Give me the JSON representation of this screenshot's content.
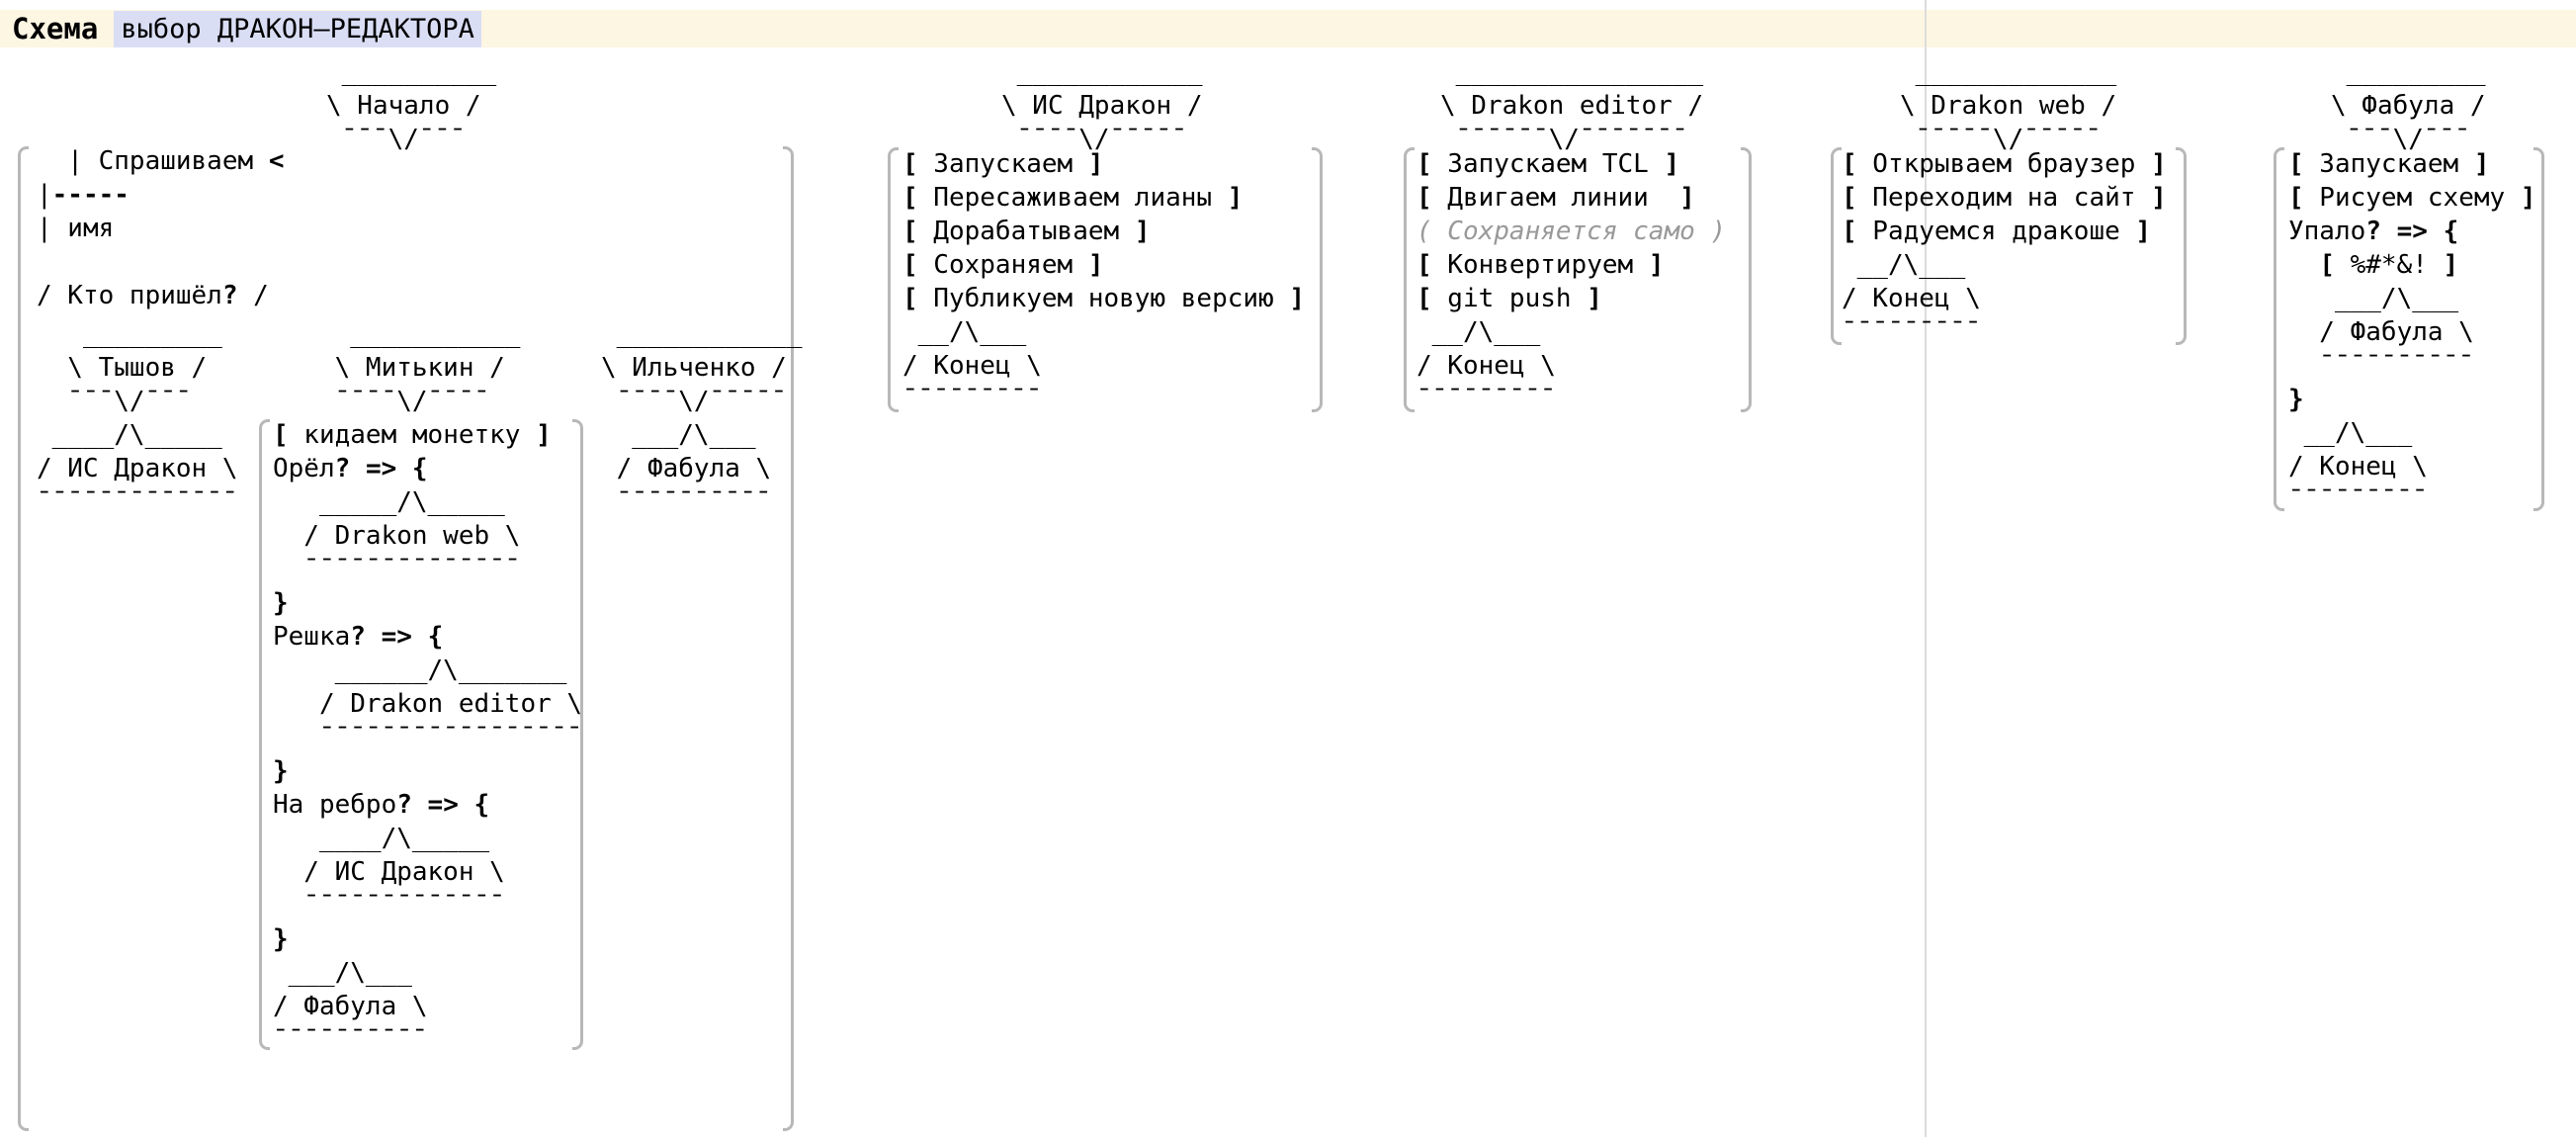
{
  "title_bar": {
    "label": "Схема",
    "diagram_name": "выбор ДРАКОН—РЕДАКТОРА"
  },
  "colors": {
    "title_bar_bg": "#fdf6e3",
    "title_highlight_bg": "#dadef5",
    "text": "#000000",
    "comment_text": "#999999",
    "bracket": "#b8b8b8",
    "divider": "#dcdcdc"
  },
  "ascii": {
    "start": {
      "name": "Начало",
      "lines": [
        " __________",
        "\\ Начало /",
        " ¯¯¯\\/¯¯¯"
      ]
    },
    "ask": {
      "name": "Спрашиваем имя",
      "lines": [
        "  | Спрашиваем <",
        "|-----",
        "| имя",
        "",
        "/ Кто пришёл? /"
      ]
    },
    "tyshov": {
      "name": "Тышов",
      "lines": [
        "   _________",
        "  \\ Тышов /",
        "  ¯¯¯\\/¯¯¯",
        " ____/\\_____",
        "/ ИС Дракон \\",
        "¯¯¯¯¯¯¯¯¯¯¯¯¯"
      ]
    },
    "mitkin": {
      "name": "Митькин",
      "lines": [
        "     ___________",
        "    \\ Митькин /",
        "    ¯¯¯¯\\/¯¯¯¯",
        "[ кидаем монетку ]",
        "Орёл? => {",
        "   _____/\\_____",
        "  / Drakon web \\",
        "  ¯¯¯¯¯¯¯¯¯¯¯¯¯¯",
        "}",
        "Решка? => {",
        "    ______/\\_______",
        "   / Drakon editor \\",
        "   ¯¯¯¯¯¯¯¯¯¯¯¯¯¯¯¯¯",
        "}",
        "На ребро? => {",
        "   ____/\\_____",
        "  / ИС Дракон \\",
        "  ¯¯¯¯¯¯¯¯¯¯¯¯¯",
        "}",
        " ___/\\___",
        "/ Фабула \\",
        "¯¯¯¯¯¯¯¯¯¯"
      ]
    },
    "ilchenko": {
      "name": "Ильченко",
      "lines": [
        " ____________",
        "\\ Ильченко /",
        " ¯¯¯¯\\/¯¯¯¯¯",
        "  ___/\\___",
        " / Фабула \\",
        " ¯¯¯¯¯¯¯¯¯¯"
      ]
    },
    "isdrakon_header": {
      "name": "ИС Дракон",
      "lines": [
        " ____________",
        "\\ ИС Дракон /",
        " ¯¯¯¯\\/¯¯¯¯¯"
      ]
    },
    "isdrakon_body": {
      "lines": [
        "[ Запускаем ]",
        "[ Пересаживаем лианы ]",
        "[ Дорабатываем ]",
        "[ Сохраняем ]",
        "[ Публикуем новую версию ]",
        " __/\\___",
        "/ Конец \\",
        "¯¯¯¯¯¯¯¯¯"
      ]
    },
    "editor_header": {
      "name": "Drakon editor",
      "lines": [
        " ________________",
        "\\ Drakon editor /",
        " ¯¯¯¯¯¯\\/¯¯¯¯¯¯¯"
      ]
    },
    "editor_body": {
      "lines": [
        "[ Запускаем TCL ]",
        "[ Двигаем линии  ]",
        "( Сохраняется само )",
        "[ Конвертируем ]",
        "[ git push ]",
        " __/\\___",
        "/ Конец \\",
        "¯¯¯¯¯¯¯¯¯"
      ]
    },
    "web_header": {
      "name": "Drakon web",
      "lines": [
        " _____________",
        "\\ Drakon web /",
        " ¯¯¯¯¯\\/¯¯¯¯¯"
      ]
    },
    "web_body": {
      "lines": [
        "[ Открываем браузер ]",
        "[ Переходим на сайт ]",
        "[ Радуемся дракоше ]",
        " __/\\___",
        "/ Конец \\",
        "¯¯¯¯¯¯¯¯¯"
      ]
    },
    "fabula_header": {
      "name": "Фабула",
      "lines": [
        " _________",
        "\\ Фабула /",
        " ¯¯¯\\/¯¯¯"
      ]
    },
    "fabula_body": {
      "lines": [
        "[ Запускаем ]",
        "[ Рисуем схему ]",
        "Упало? => {",
        "  [ %#*&! ]",
        "   ___/\\___",
        "  / Фабула \\",
        "  ¯¯¯¯¯¯¯¯¯¯",
        "}",
        " __/\\___",
        "/ Конец \\",
        "¯¯¯¯¯¯¯¯¯"
      ]
    }
  }
}
